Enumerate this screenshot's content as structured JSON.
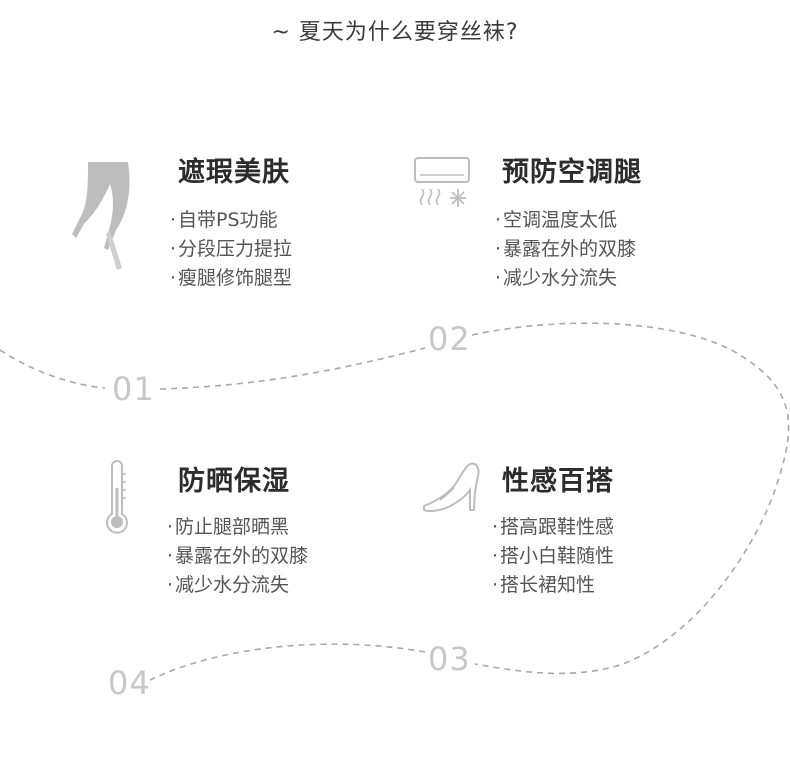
{
  "header": {
    "title": "~ 夏天为什么要穿丝袜?"
  },
  "features": [
    {
      "icon": "legs-icon",
      "title": "遮瑕美肤",
      "points": [
        "自带PS功能",
        "分段压力提拉",
        "瘦腿修饰腿型"
      ]
    },
    {
      "icon": "air-conditioner-icon",
      "title": "预防空调腿",
      "points": [
        "空调温度太低",
        "暴露在外的双膝",
        "减少水分流失"
      ]
    },
    {
      "icon": "thermometer-icon",
      "title": "防晒保湿",
      "points": [
        "防止腿部晒黑",
        "暴露在外的双膝",
        "减少水分流失"
      ]
    },
    {
      "icon": "high-heel-icon",
      "title": "性感百搭",
      "points": [
        "搭高跟鞋性感",
        "搭小白鞋随性",
        "搭长裙知性"
      ]
    }
  ],
  "path_numbers": [
    "01",
    "02",
    "03",
    "04"
  ],
  "colors": {
    "path": "#a8a8a8",
    "numbers": "#c7c7c7",
    "icons": "#bdbdbd"
  }
}
